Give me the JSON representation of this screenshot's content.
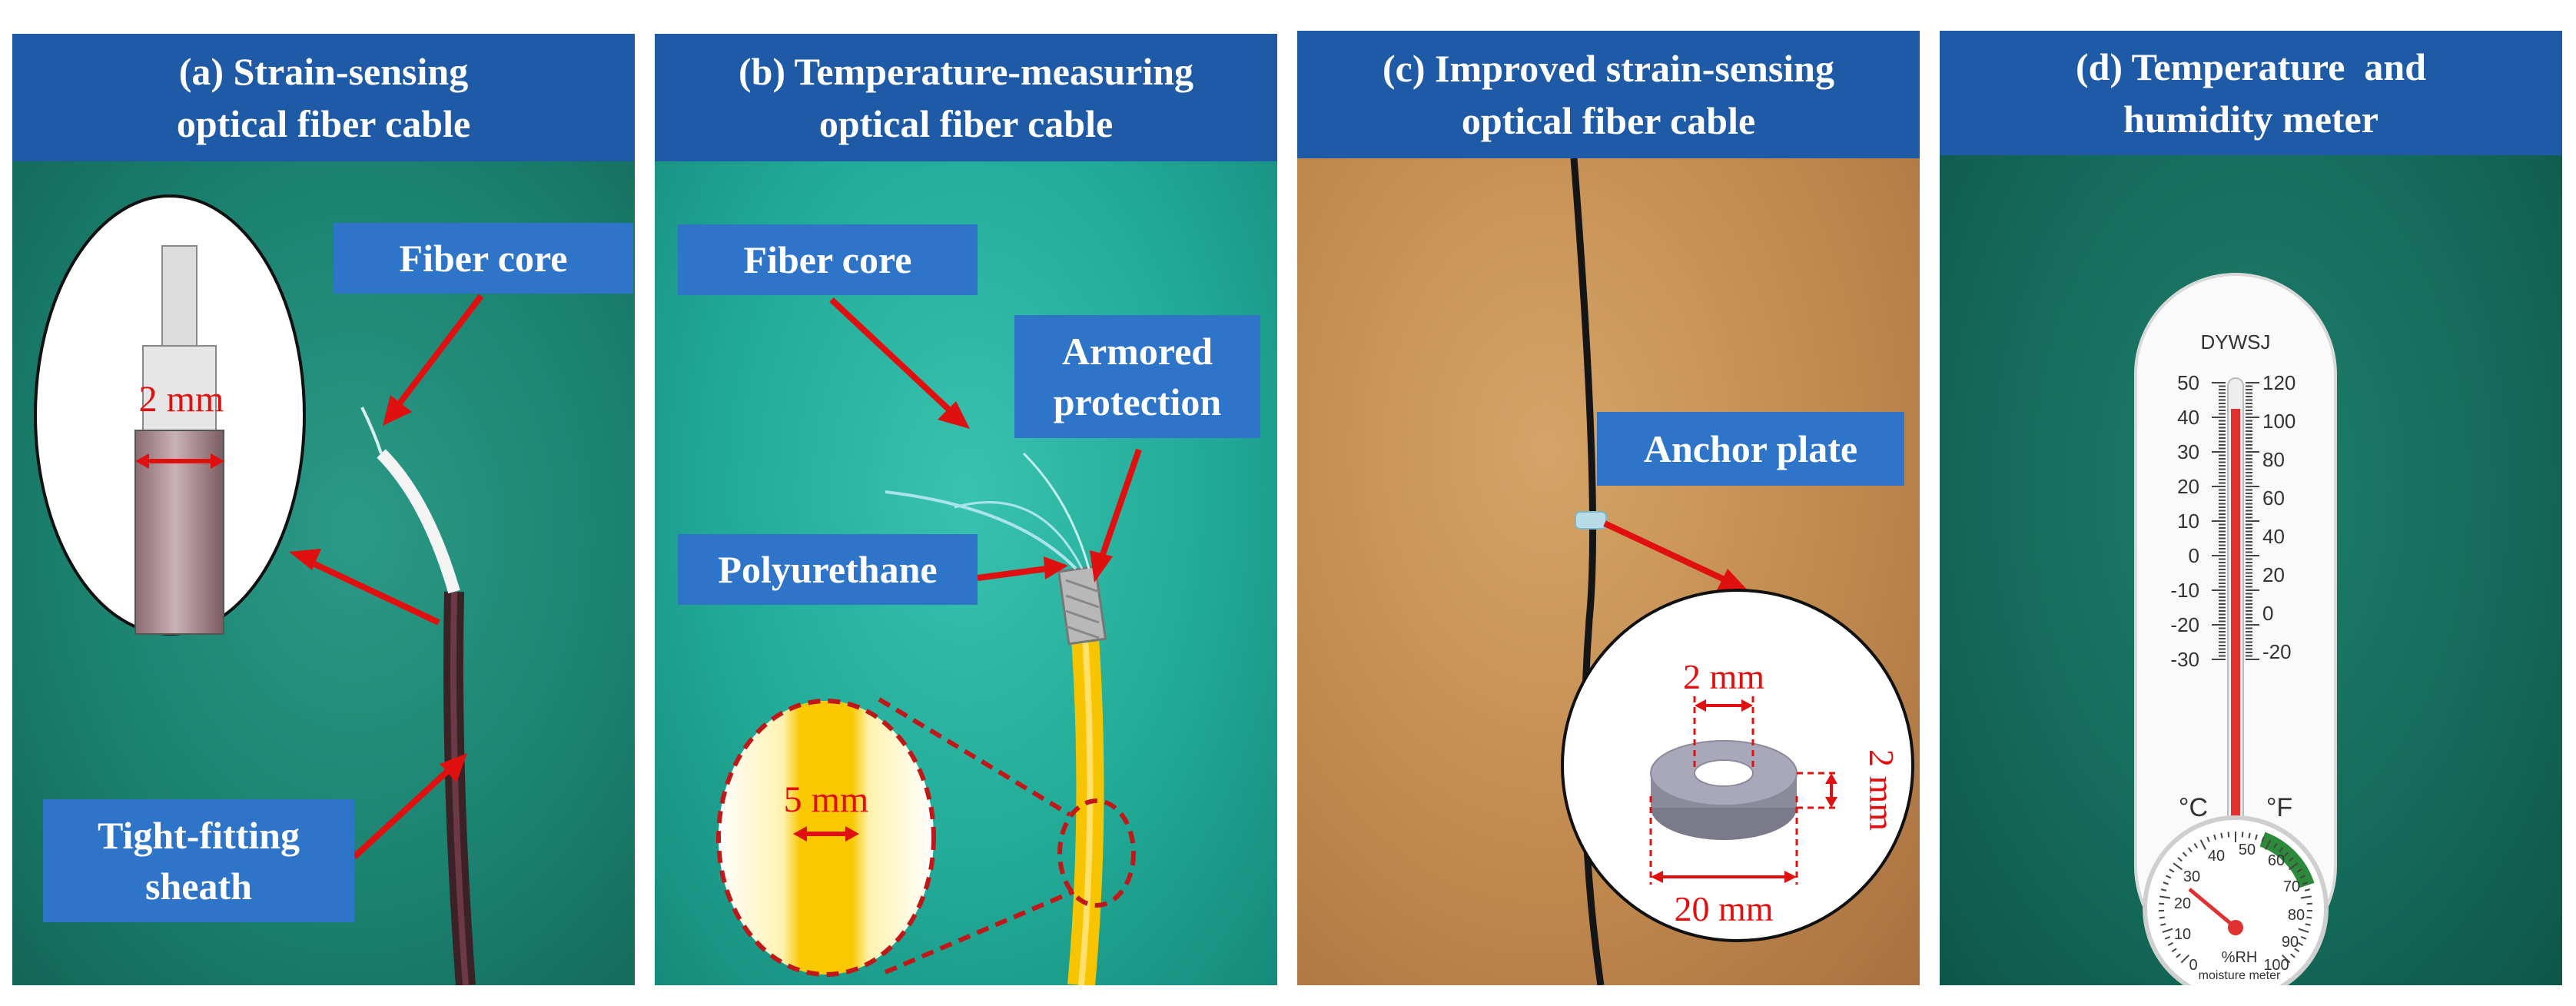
{
  "colors": {
    "header_bg": "#1f5aa6",
    "label_bg": "#2e74c8",
    "dimension_red": "#e01010",
    "cable_yellow": "#f7c400",
    "mat_green": "#1f8a78"
  },
  "panels": [
    {
      "title_line1": "(a) Strain-sensing",
      "title_line2": "optical fiber cable",
      "labels": {
        "fiber_core": "Fiber core",
        "sheath_line1": "Tight-fitting",
        "sheath_line2": "sheath"
      },
      "dimension": "2 mm"
    },
    {
      "title_line1": "(b) Temperature-measuring",
      "title_line2": "optical fiber cable",
      "labels": {
        "fiber_core": "Fiber core",
        "armored_line1": "Armored",
        "armored_line2": "protection",
        "polyurethane": "Polyurethane"
      },
      "dimension": "5 mm"
    },
    {
      "title_line1": "(c) Improved strain-sensing",
      "title_line2": "optical fiber cable",
      "labels": {
        "anchor_plate": "Anchor plate"
      },
      "dimensions": {
        "hole": "2 mm",
        "thickness": "2 mm",
        "outer": "20 mm"
      }
    },
    {
      "title_line1": "(d) Temperature  and",
      "title_line2": "humidity meter",
      "meter": {
        "brand": "DYWSJ",
        "celsius_scale": [
          "50",
          "40",
          "30",
          "20",
          "10",
          "0",
          "-10",
          "-20",
          "-30"
        ],
        "fahrenheit_scale": [
          "120",
          "100",
          "80",
          "60",
          "40",
          "20",
          "0",
          "-20"
        ],
        "unit_c": "°C",
        "unit_f": "°F",
        "humidity_marks": [
          "20",
          "30",
          "40",
          "50",
          "60",
          "70",
          "80",
          "90",
          "100",
          "10",
          "0"
        ],
        "humidity_unit": "%RH",
        "humidity_caption": "moisture meter"
      }
    }
  ]
}
